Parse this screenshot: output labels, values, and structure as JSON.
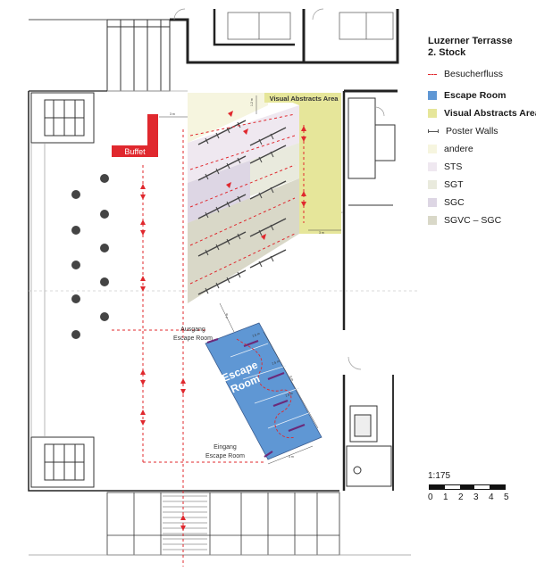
{
  "legend": {
    "title_line1": "Luzerner Terrasse",
    "title_line2": "2. Stock",
    "items": [
      {
        "label": "Besucherfluss",
        "kind": "dash",
        "color": "#e0282e",
        "bold": false
      },
      {
        "label": "Escape Room",
        "kind": "fill",
        "color": "#5f97d4",
        "bold": true
      },
      {
        "label": "Visual Abstracts Area",
        "kind": "fill",
        "color": "#e6e69a",
        "bold": true
      },
      {
        "label": "Poster Walls",
        "kind": "wall",
        "color": "#555555",
        "bold": false
      },
      {
        "label": "andere",
        "kind": "fill",
        "color": "#f6f5df",
        "bold": false
      },
      {
        "label": "STS",
        "kind": "fill",
        "color": "#efe8f0",
        "bold": false
      },
      {
        "label": "SGT",
        "kind": "fill",
        "color": "#e9eadd",
        "bold": false
      },
      {
        "label": "SGC",
        "kind": "fill",
        "color": "#ddd6e4",
        "bold": false
      },
      {
        "label": "SGVC – SGC",
        "kind": "fill",
        "color": "#d9d8c8",
        "bold": false
      }
    ]
  },
  "scale": {
    "ratio": "1:175",
    "ticks": [
      "0",
      "1",
      "2",
      "3",
      "4",
      "5"
    ]
  },
  "plan": {
    "buffet_label": "Buffet",
    "visual_abstracts_label": "Visual Abstracts Area",
    "escape_room_label_line1": "Escape",
    "escape_room_label_line2": "Room",
    "exit_label_line1": "Ausgang",
    "exit_label_line2": "Escape Room",
    "entrance_label_line1": "Eingang",
    "entrance_label_line2": "Escape Room",
    "dim_labels": [
      "3 m",
      "1.2 m",
      "3 m",
      "4 m",
      "8 m",
      "2.5 m",
      "2.5 m",
      "2.5 m",
      "4 m"
    ]
  }
}
